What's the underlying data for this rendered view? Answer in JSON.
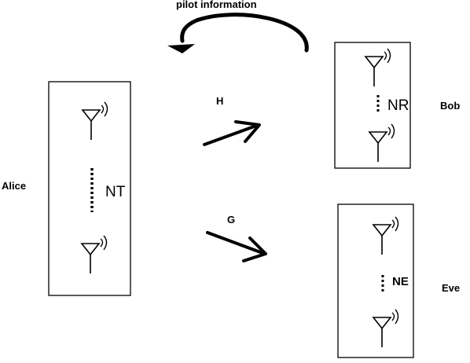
{
  "feedback": {
    "label": "pilot information"
  },
  "nodes": {
    "alice": {
      "name": "Alice",
      "antenna_label": "NT"
    },
    "bob": {
      "name": "Bob",
      "antenna_label": "NR"
    },
    "eve": {
      "name": "Eve",
      "antenna_label": "NE"
    }
  },
  "channels": {
    "h": {
      "label": "H"
    },
    "g": {
      "label": "G"
    }
  },
  "colors": {
    "stroke": "#000000",
    "background": "#ffffff"
  },
  "icons": [
    "antenna-icon",
    "arrow-icon"
  ]
}
